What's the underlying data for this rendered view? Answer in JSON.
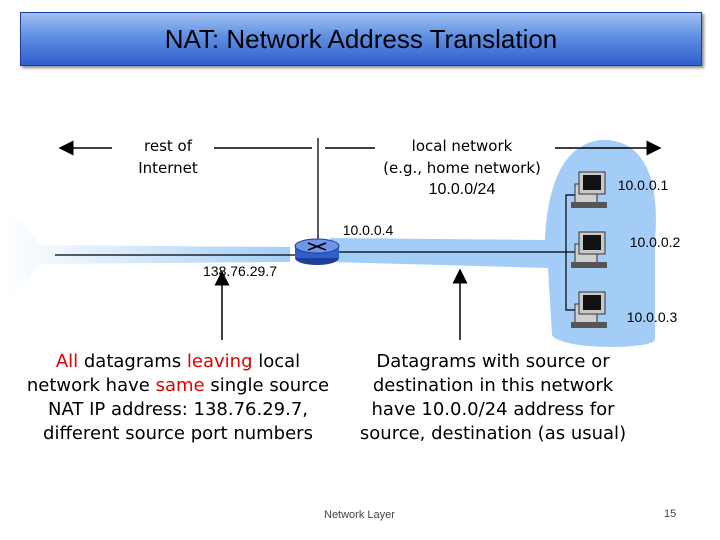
{
  "title": "NAT: Network Address Translation",
  "labels": {
    "rest_of_internet_line1": "rest of",
    "rest_of_internet_line2": "Internet",
    "local_network_line1": "local network",
    "local_network_line2": "(e.g., home network)",
    "local_network_line3": "10.0.0/24",
    "router_inside_ip": "10.0.0.4",
    "router_outside_ip": "138.76.29.7",
    "host1_ip": "10.0.0.1",
    "host2_ip": "10.0.0.2",
    "host3_ip": "10.0.0.3"
  },
  "left_caption": {
    "line1_a": "All",
    "line1_b": " datagrams ",
    "line1_c": "leaving",
    "line1_d": " local",
    "line2_a": "network have ",
    "line2_b": "same",
    "line2_c": " single source",
    "line3": "NAT IP address: 138.76.29.7,",
    "line4": "different source port numbers"
  },
  "right_caption": {
    "line1": "Datagrams with source or",
    "line2": "destination in this network",
    "line3": "have 10.0.0/24 address for",
    "line4": "source, destination (as usual)"
  },
  "footer": {
    "center": "Network Layer",
    "page": "15"
  },
  "colors": {
    "network_blue": "#99c8f5",
    "title_gradient_top": "#9fc0f0",
    "title_gradient_bottom": "#2f5fcf",
    "highlight_red": "#e00000"
  },
  "icons": [
    "router-icon",
    "computer-icon"
  ]
}
